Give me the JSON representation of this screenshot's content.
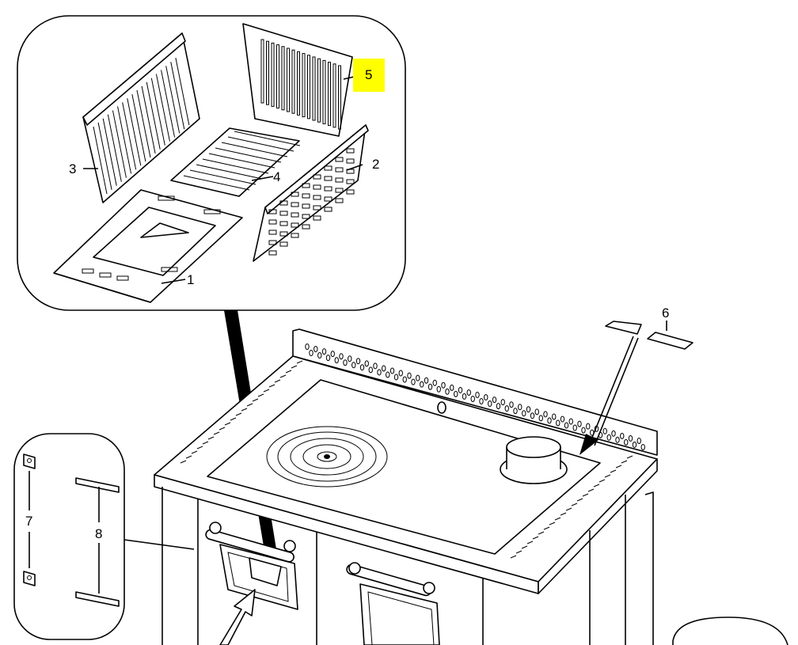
{
  "diagram": {
    "highlight_color": "#ffff00",
    "callouts": [
      {
        "id": "1",
        "label": "1"
      },
      {
        "id": "2",
        "label": "2"
      },
      {
        "id": "3",
        "label": "3"
      },
      {
        "id": "4",
        "label": "4"
      },
      {
        "id": "5",
        "label": "5",
        "highlighted": true
      },
      {
        "id": "6",
        "label": "6"
      },
      {
        "id": "7",
        "label": "7"
      },
      {
        "id": "8",
        "label": "8"
      }
    ]
  }
}
